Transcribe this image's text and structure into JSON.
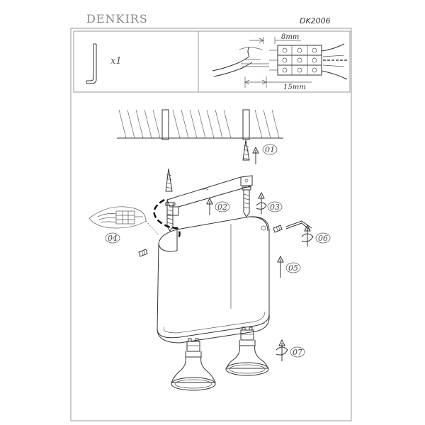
{
  "header": {
    "brand": "DENKIRS",
    "model": "DK2006"
  },
  "parts": {
    "allen_key_qty": "x1"
  },
  "wiring": {
    "strip_length": "8mm",
    "wire_length": "15mm"
  },
  "steps": [
    "01",
    "02",
    "03",
    "04",
    "05",
    "06",
    "07"
  ]
}
